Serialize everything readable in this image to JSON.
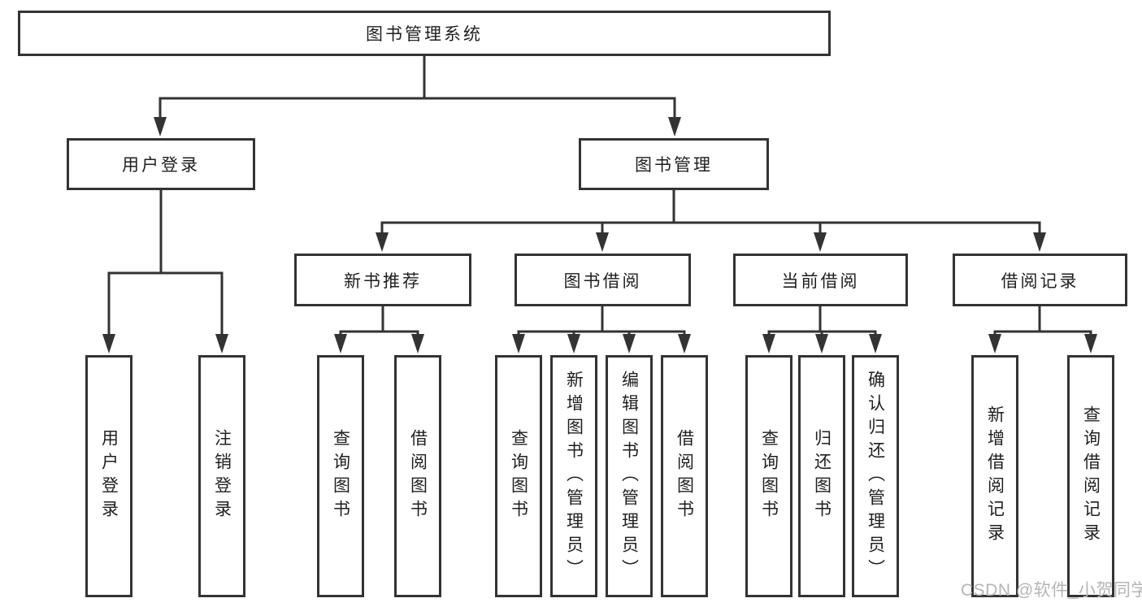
{
  "diagram": {
    "root": {
      "label": "图书管理系统",
      "children": [
        {
          "label": "用户登录",
          "children": [
            "用户登录",
            "注销登录"
          ]
        },
        {
          "label": "图书管理",
          "children": [
            {
              "label": "新书推荐",
              "children": [
                "查询图书",
                "借阅图书"
              ]
            },
            {
              "label": "图书借阅",
              "children": [
                "查询图书",
                "新增图书（管理员）",
                "编辑图书（管理员）",
                "借阅图书"
              ]
            },
            {
              "label": "当前借阅",
              "children": [
                "查询图书",
                "归还图书",
                "确认归还（管理员）"
              ]
            },
            {
              "label": "借阅记录",
              "children": [
                "新增借阅记录",
                "查询借阅记录"
              ]
            }
          ]
        }
      ]
    }
  },
  "watermark": {
    "text": "CSDN @软件_小贺同学"
  },
  "colors": {
    "line": "#333333",
    "text": "#1f1f1f",
    "box_background": "#ffffff",
    "watermark": "#b5b5b5"
  }
}
